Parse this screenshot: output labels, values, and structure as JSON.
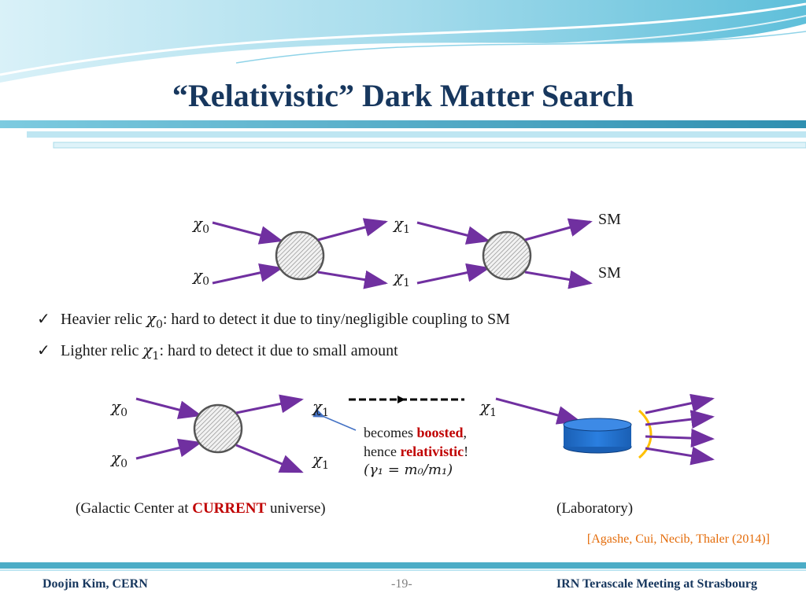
{
  "slide": {
    "title": "“Relativistic” Dark Matter Search"
  },
  "diagram_top": {
    "left_in_1": "χ",
    "left_in_1_sub": "0",
    "left_in_2": "χ",
    "left_in_2_sub": "0",
    "mid_1": "χ",
    "mid_1_sub": "1",
    "mid_2": "χ",
    "mid_2_sub": "1",
    "right_out_1": "SM",
    "right_out_2": "SM"
  },
  "bullets": [
    {
      "pre": "Heavier relic ",
      "sym": "χ",
      "sub": "0",
      "post": ": hard to detect it due to tiny/negligible coupling to SM"
    },
    {
      "pre": "Lighter relic ",
      "sym": "χ",
      "sub": "1",
      "post": ": hard to detect it due to small amount"
    }
  ],
  "diagram_bottom": {
    "in_1": "χ",
    "in_1_sub": "0",
    "in_2": "χ",
    "in_2_sub": "0",
    "out_1": "χ",
    "out_1_sub": "1",
    "out_2": "χ",
    "out_2_sub": "1",
    "travel": "χ",
    "travel_sub": "1",
    "note_line1_pre": "becomes ",
    "note_line1_red": "boosted",
    "note_line1_post": ",",
    "note_line2_pre": "hence ",
    "note_line2_red": "relativistic",
    "note_line2_post": "!",
    "note_line3": "(γ₁ = m₀/m₁)",
    "caption_left_pre": "(Galactic Center at ",
    "caption_left_red": "CURRENT",
    "caption_left_post": " universe)",
    "caption_right": "(Laboratory)"
  },
  "citation": "[Agashe, Cui, Necib, Thaler (2014)]",
  "footer": {
    "left": "Doojin Kim, CERN",
    "page": "-19-",
    "right": "IRN Terascale Meeting at Strasbourg"
  },
  "colors": {
    "title": "#17375e",
    "arrow": "#7030a0",
    "detector": "#1f6fd1",
    "flash": "#ffc000",
    "red": "#c00000",
    "citation": "#e46c0a",
    "banner": "#4bacc6"
  }
}
